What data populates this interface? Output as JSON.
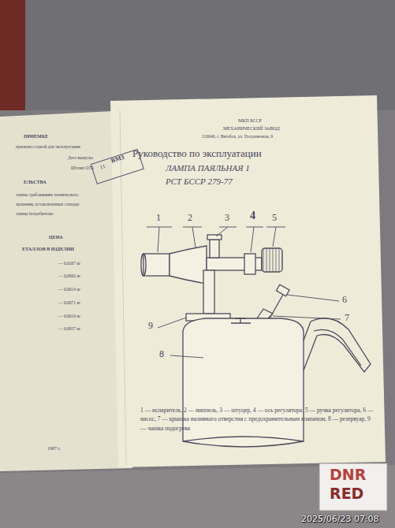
{
  "diagram": {
    "title": "Руководство по эксплуатации",
    "caption": "1 — испаритель, 2 — ниппель, 3 — штуцер, 4 — ось регулятора, 5 — ручка регулятора, 6 — насос, 7 — крышка наливного отверстия с предохранительным клапаном, 8 — резервуар, 9 — чашка подогрева",
    "labels": [
      "МКП БССР",
      "МЕХАНИЧЕСКИЙ ЗАВОД",
      "210040, г. Витебск, ул. Пограничная, 9",
      "ЛАМПА ПАЯЛЬНАЯ 1",
      "РСТ БССР 279-77",
      "ВМЗ",
      "11",
      "1",
      "2",
      "3",
      "4",
      "5",
      "6",
      "7",
      "8",
      "9",
      "ПРИЕМКЕ",
      "признана годной для эксплуатации",
      "Дата выпуска",
      "Штамп ОТК",
      "ЕЛЬСТВА",
      "лампы требованиям технического",
      "хранения, установленных стандар-",
      "лампы потребителю",
      "ЦЕНА",
      "ЕТАЛЛОВ В ИЗДЕЛИИ",
      "— 0,0267 кг",
      "— 0,0002 кг",
      "— 0,0014 кг",
      "— 0,0071 кг",
      "— 0,0010 кг",
      "— 0,0057 кг",
      "1987 г.",
      "DNR",
      "RED",
      "2025/06/23  07:08"
    ]
  }
}
